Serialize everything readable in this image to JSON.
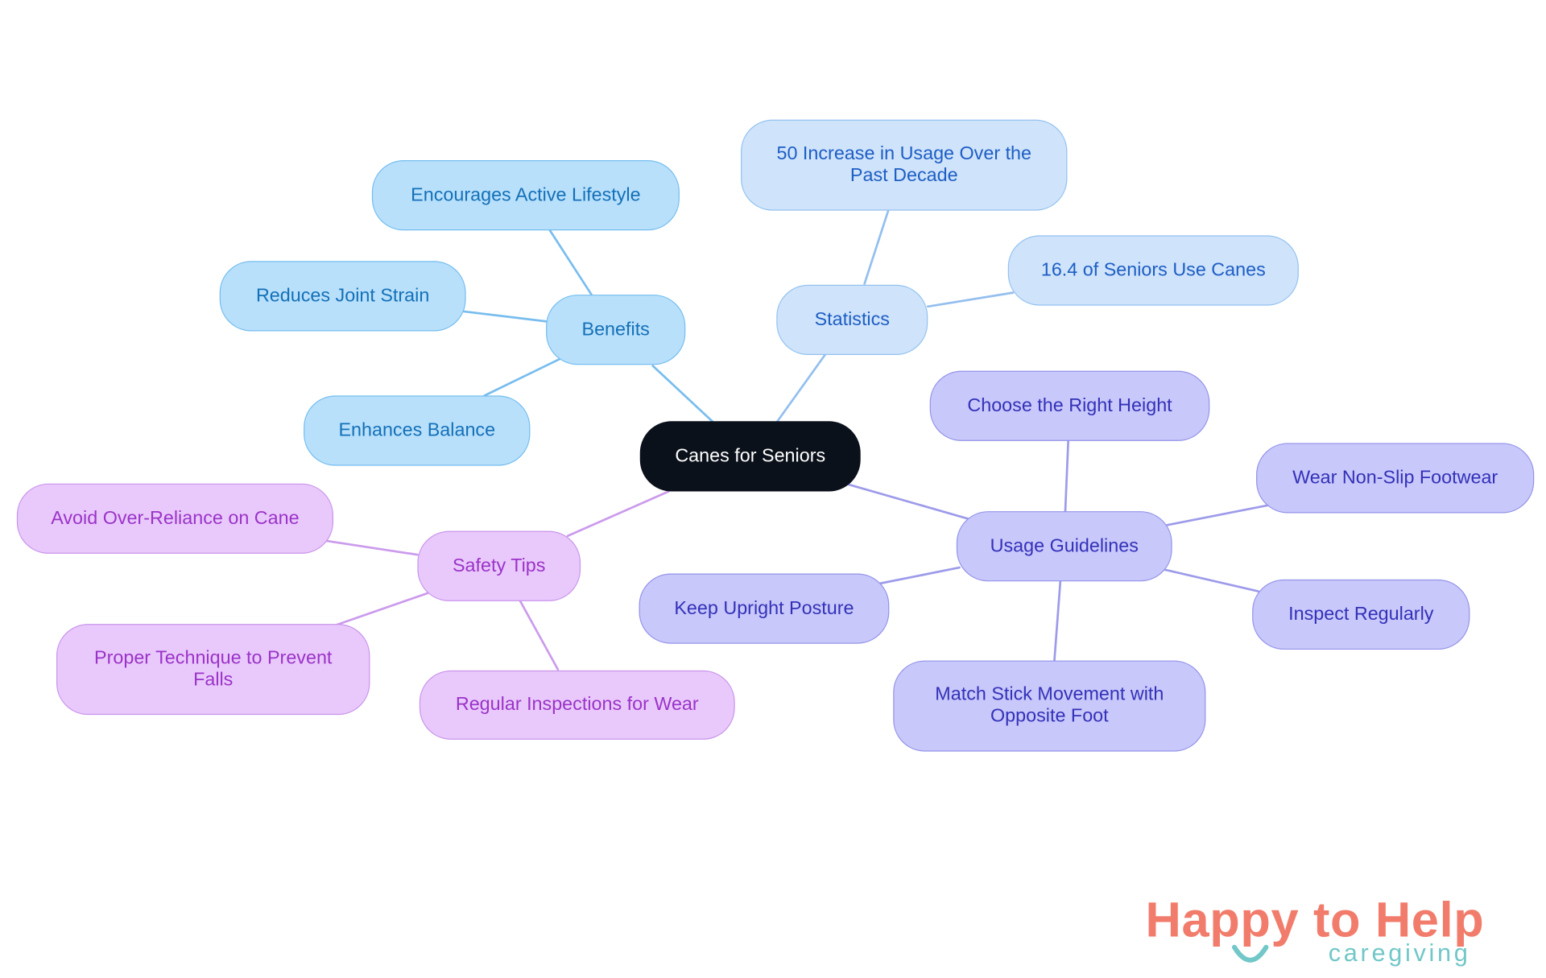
{
  "root": {
    "label": "Canes for Seniors"
  },
  "branches": {
    "benefits": {
      "label": "Benefits",
      "items": [
        "Encourages Active Lifestyle",
        "Reduces Joint Strain",
        "Enhances Balance"
      ]
    },
    "statistics": {
      "label": "Statistics",
      "items": [
        "50 Increase in Usage Over the Past Decade",
        "16.4 of Seniors Use Canes"
      ]
    },
    "usage": {
      "label": "Usage Guidelines",
      "items": [
        "Choose the Right Height",
        "Wear Non-Slip Footwear",
        "Keep Upright Posture",
        "Inspect Regularly",
        "Match Stick Movement with Opposite Foot"
      ]
    },
    "safety": {
      "label": "Safety Tips",
      "items": [
        "Avoid Over-Reliance on Cane",
        "Proper Technique to Prevent Falls",
        "Regular Inspections for Wear"
      ]
    }
  },
  "logo": {
    "title": "Happy to Help",
    "subtitle": "caregiving"
  },
  "colors": {
    "root": "#0b111a",
    "benefits": "#b8e0fb",
    "statistics": "#cfe3fb",
    "usage": "#c8c8fb",
    "safety": "#e9c9fb",
    "logo_title": "#f27c6b",
    "logo_subtitle": "#72c7c8"
  }
}
